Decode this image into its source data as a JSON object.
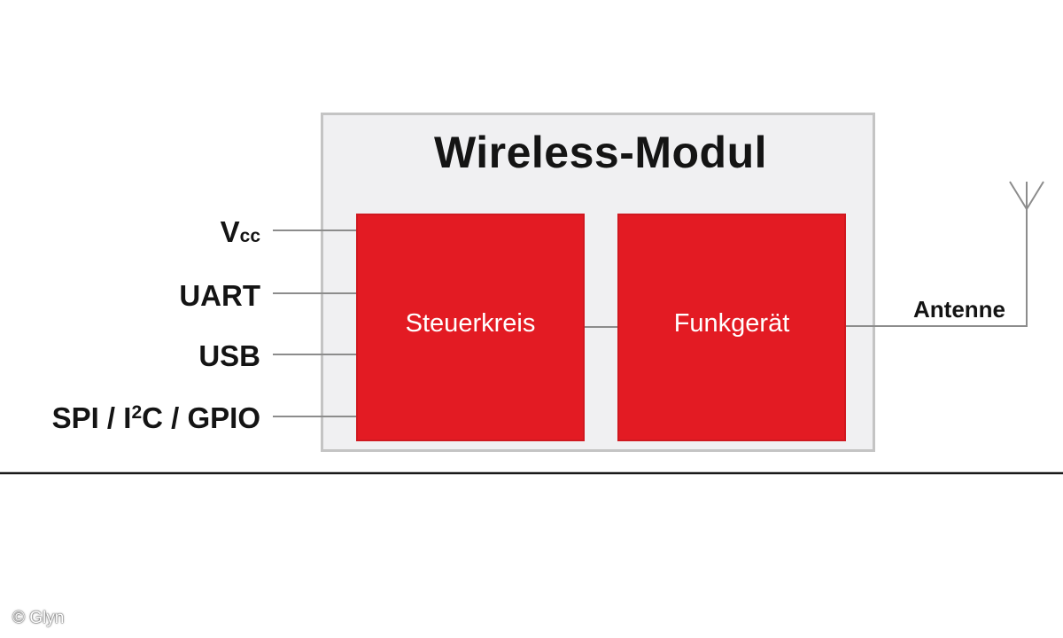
{
  "diagram": {
    "title": "Wireless-Modul",
    "blocks": {
      "controller": "Steuerkreis",
      "radio": "Funkgerät"
    },
    "ports": {
      "vcc_main": "V",
      "vcc_sub": "cc",
      "uart": "UART",
      "usb": "USB",
      "spi_part1": "SPI / I",
      "spi_sup": "2",
      "spi_part2": "C / GPIO"
    },
    "antenna_label": "Antenne",
    "copyright": "© Glyn"
  },
  "colors": {
    "block_red": "#e31b23",
    "module_background": "#f0f0f2",
    "module_border": "#c4c4c4",
    "wire": "#8c8c8c",
    "text": "#141414"
  }
}
